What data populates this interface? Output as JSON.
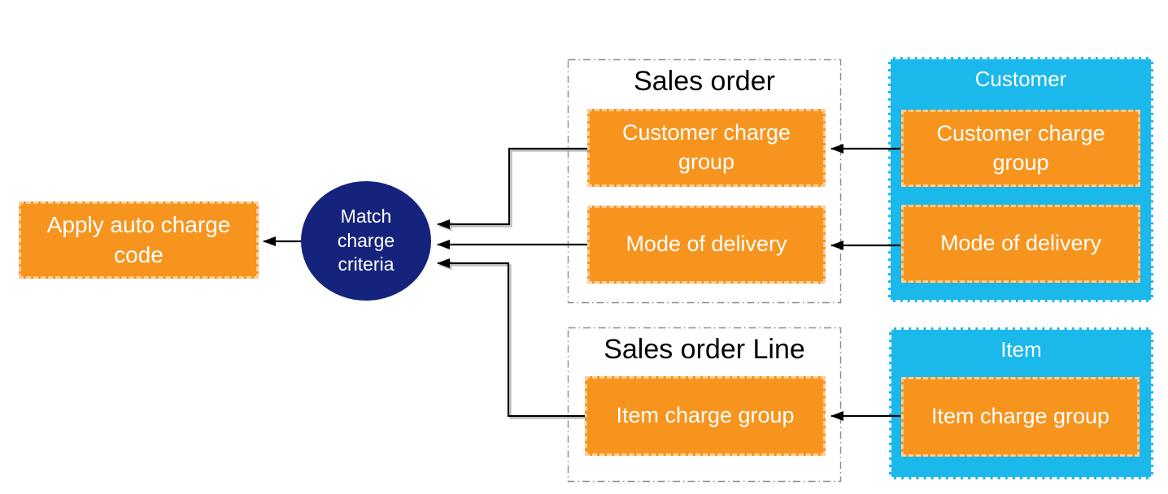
{
  "diagram": {
    "background": "#ffffff",
    "colors": {
      "process_orange": "#F7941E",
      "entity_cyan": "#1BB8EC",
      "decision_navy": "#15237C",
      "connector_black": "#000000",
      "container_border_gray": "#8C8C8C",
      "container_title_black": "#000000",
      "box_text_white": "#FFFFFF"
    },
    "nodes": {
      "apply_auto_charge_code": {
        "label": "Apply auto charge code"
      },
      "match_charge_criteria": {
        "label": "Match charge criteria"
      }
    },
    "groups": {
      "sales_order": {
        "title": "Sales order",
        "style": "gray-dash-dot-outline",
        "items": [
          {
            "label": "Customer charge group"
          },
          {
            "label": "Mode of delivery"
          }
        ]
      },
      "customer": {
        "title": "Customer",
        "style": "cyan-filled-white-dashed",
        "items": [
          {
            "label": "Customer charge group"
          },
          {
            "label": "Mode of delivery"
          }
        ]
      },
      "sales_order_line": {
        "title": "Sales order Line",
        "style": "gray-dash-dot-outline",
        "items": [
          {
            "label": "Item charge group"
          }
        ]
      },
      "item": {
        "title": "Item",
        "style": "cyan-filled-white-dashed",
        "items": [
          {
            "label": "Item charge group"
          }
        ]
      }
    },
    "connections": [
      {
        "from": "match_charge_criteria",
        "to": "apply_auto_charge_code"
      },
      {
        "from": "sales_order.customer_charge_group",
        "to": "match_charge_criteria"
      },
      {
        "from": "sales_order.mode_of_delivery",
        "to": "match_charge_criteria"
      },
      {
        "from": "sales_order_line.item_charge_group",
        "to": "match_charge_criteria"
      },
      {
        "from": "customer.customer_charge_group",
        "to": "sales_order.customer_charge_group"
      },
      {
        "from": "customer.mode_of_delivery",
        "to": "sales_order.mode_of_delivery"
      },
      {
        "from": "item.item_charge_group",
        "to": "sales_order_line.item_charge_group"
      }
    ]
  }
}
